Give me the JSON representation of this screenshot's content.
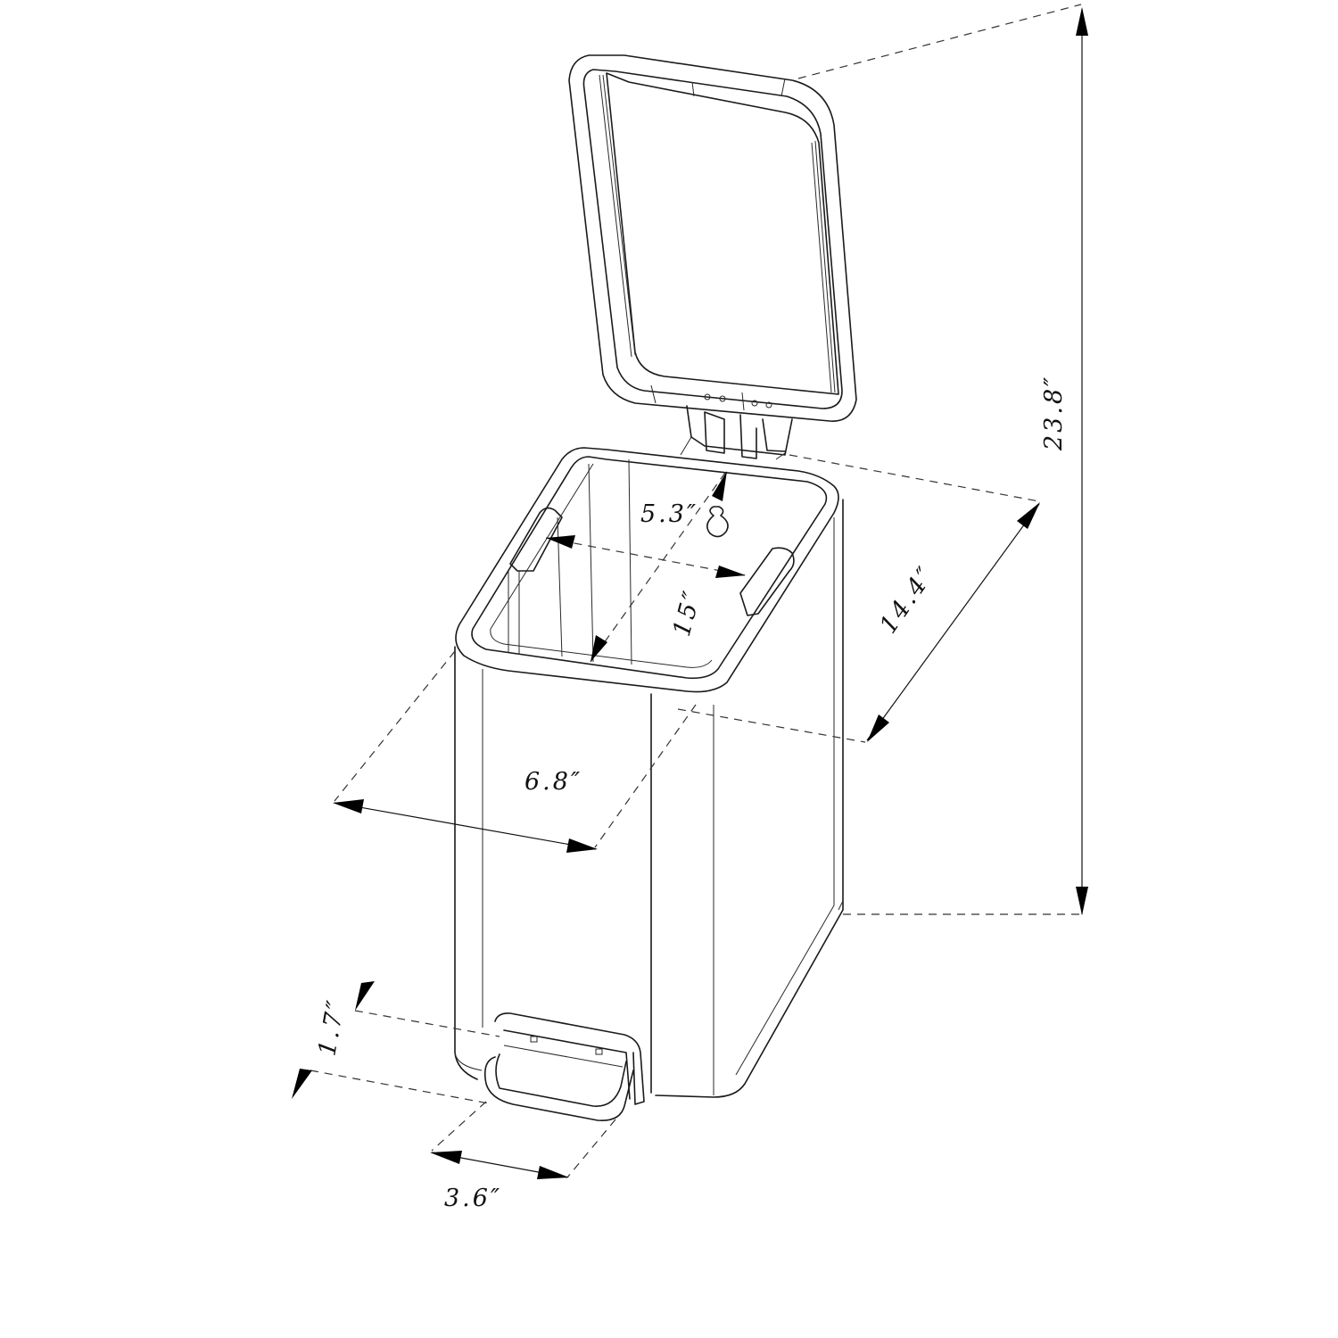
{
  "drawing": {
    "subject": "pedal trash can with open lid",
    "units": "inches",
    "line_color": "#1a1a1a",
    "background": "#ffffff"
  },
  "dimensions": {
    "overall_height": "23.8″",
    "depth": "14.4″",
    "opening_length": "15″",
    "opening_width": "5.3″",
    "body_width": "6.8″",
    "pedal_height": "1.7″",
    "pedal_width": "3.6″"
  }
}
